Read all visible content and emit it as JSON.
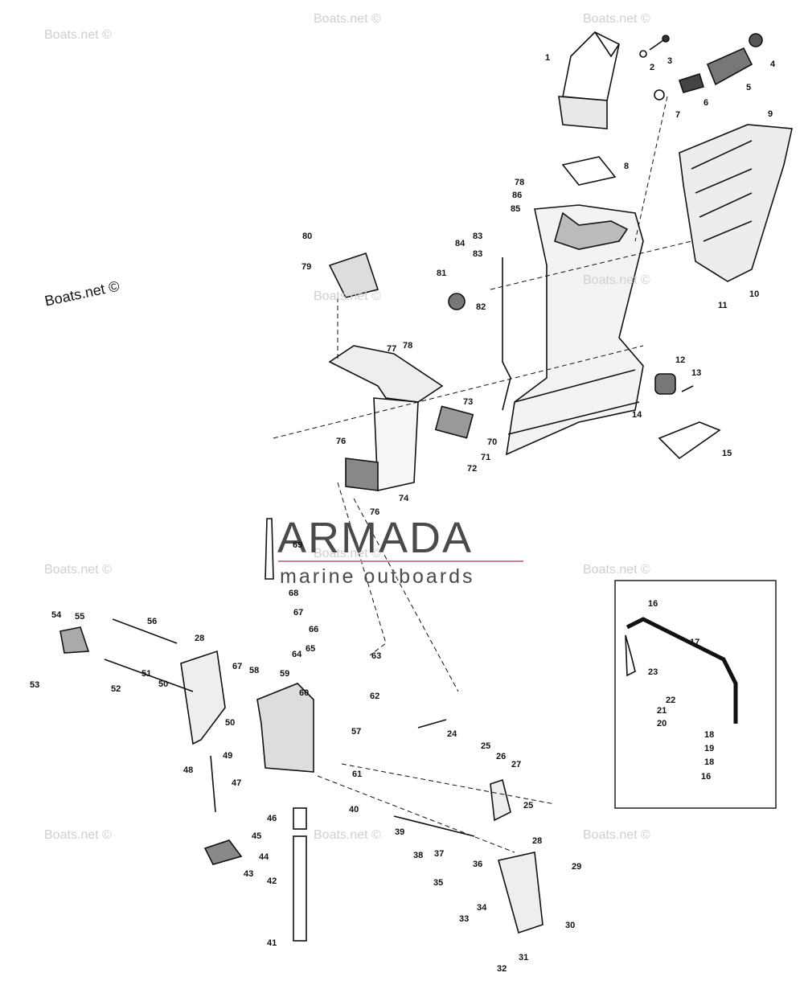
{
  "watermark": "Boats.net ©",
  "brand": {
    "name": "ARMADA",
    "tagline": "marine outboards",
    "accent_color": "#d07aa8",
    "text_color": "#4a4a4a"
  },
  "labels": {
    "l1": "1",
    "l2": "2",
    "l3": "3",
    "l4": "4",
    "l5": "5",
    "l6": "6",
    "l7": "7",
    "l8": "8",
    "l9": "9",
    "l10": "10",
    "l11": "11",
    "l12": "12",
    "l13": "13",
    "l14": "14",
    "l15": "15",
    "l16a": "16",
    "l17": "17",
    "l18a": "18",
    "l19": "19",
    "l18b": "18",
    "l16b": "16",
    "l20": "20",
    "l21": "21",
    "l22": "22",
    "l23": "23",
    "l24": "24",
    "l25a": "25",
    "l26": "26",
    "l27": "27",
    "l25b": "25",
    "l28a": "28",
    "l29": "29",
    "l30": "30",
    "l31": "31",
    "l32": "32",
    "l33": "33",
    "l34": "34",
    "l35": "35",
    "l36": "36",
    "l37": "37",
    "l38": "38",
    "l39": "39",
    "l40": "40",
    "l41": "41",
    "l42": "42",
    "l43": "43",
    "l44": "44",
    "l45": "45",
    "l46": "46",
    "l47": "47",
    "l48": "48",
    "l49": "49",
    "l50a": "50",
    "l50b": "50",
    "l51": "51",
    "l52": "52",
    "l53": "53",
    "l54": "54",
    "l55": "55",
    "l56": "56",
    "l57": "57",
    "l58": "58",
    "l59": "59",
    "l60": "60",
    "l61": "61",
    "l62": "62",
    "l63a": "63",
    "l64": "64",
    "l65": "65",
    "l66": "66",
    "l67a": "67",
    "l67b": "67",
    "l68": "68",
    "l69": "69",
    "l70": "70",
    "l71": "71",
    "l72": "72",
    "l73": "73",
    "l74": "74",
    "l76a": "76",
    "l76b": "76",
    "l77": "77",
    "l78a": "78",
    "l78b": "78",
    "l79": "79",
    "l80": "80",
    "l81": "81",
    "l82": "82",
    "l83a": "83",
    "l84": "84",
    "l83b": "83",
    "l85": "85",
    "l86": "86",
    "l28b": "28"
  }
}
